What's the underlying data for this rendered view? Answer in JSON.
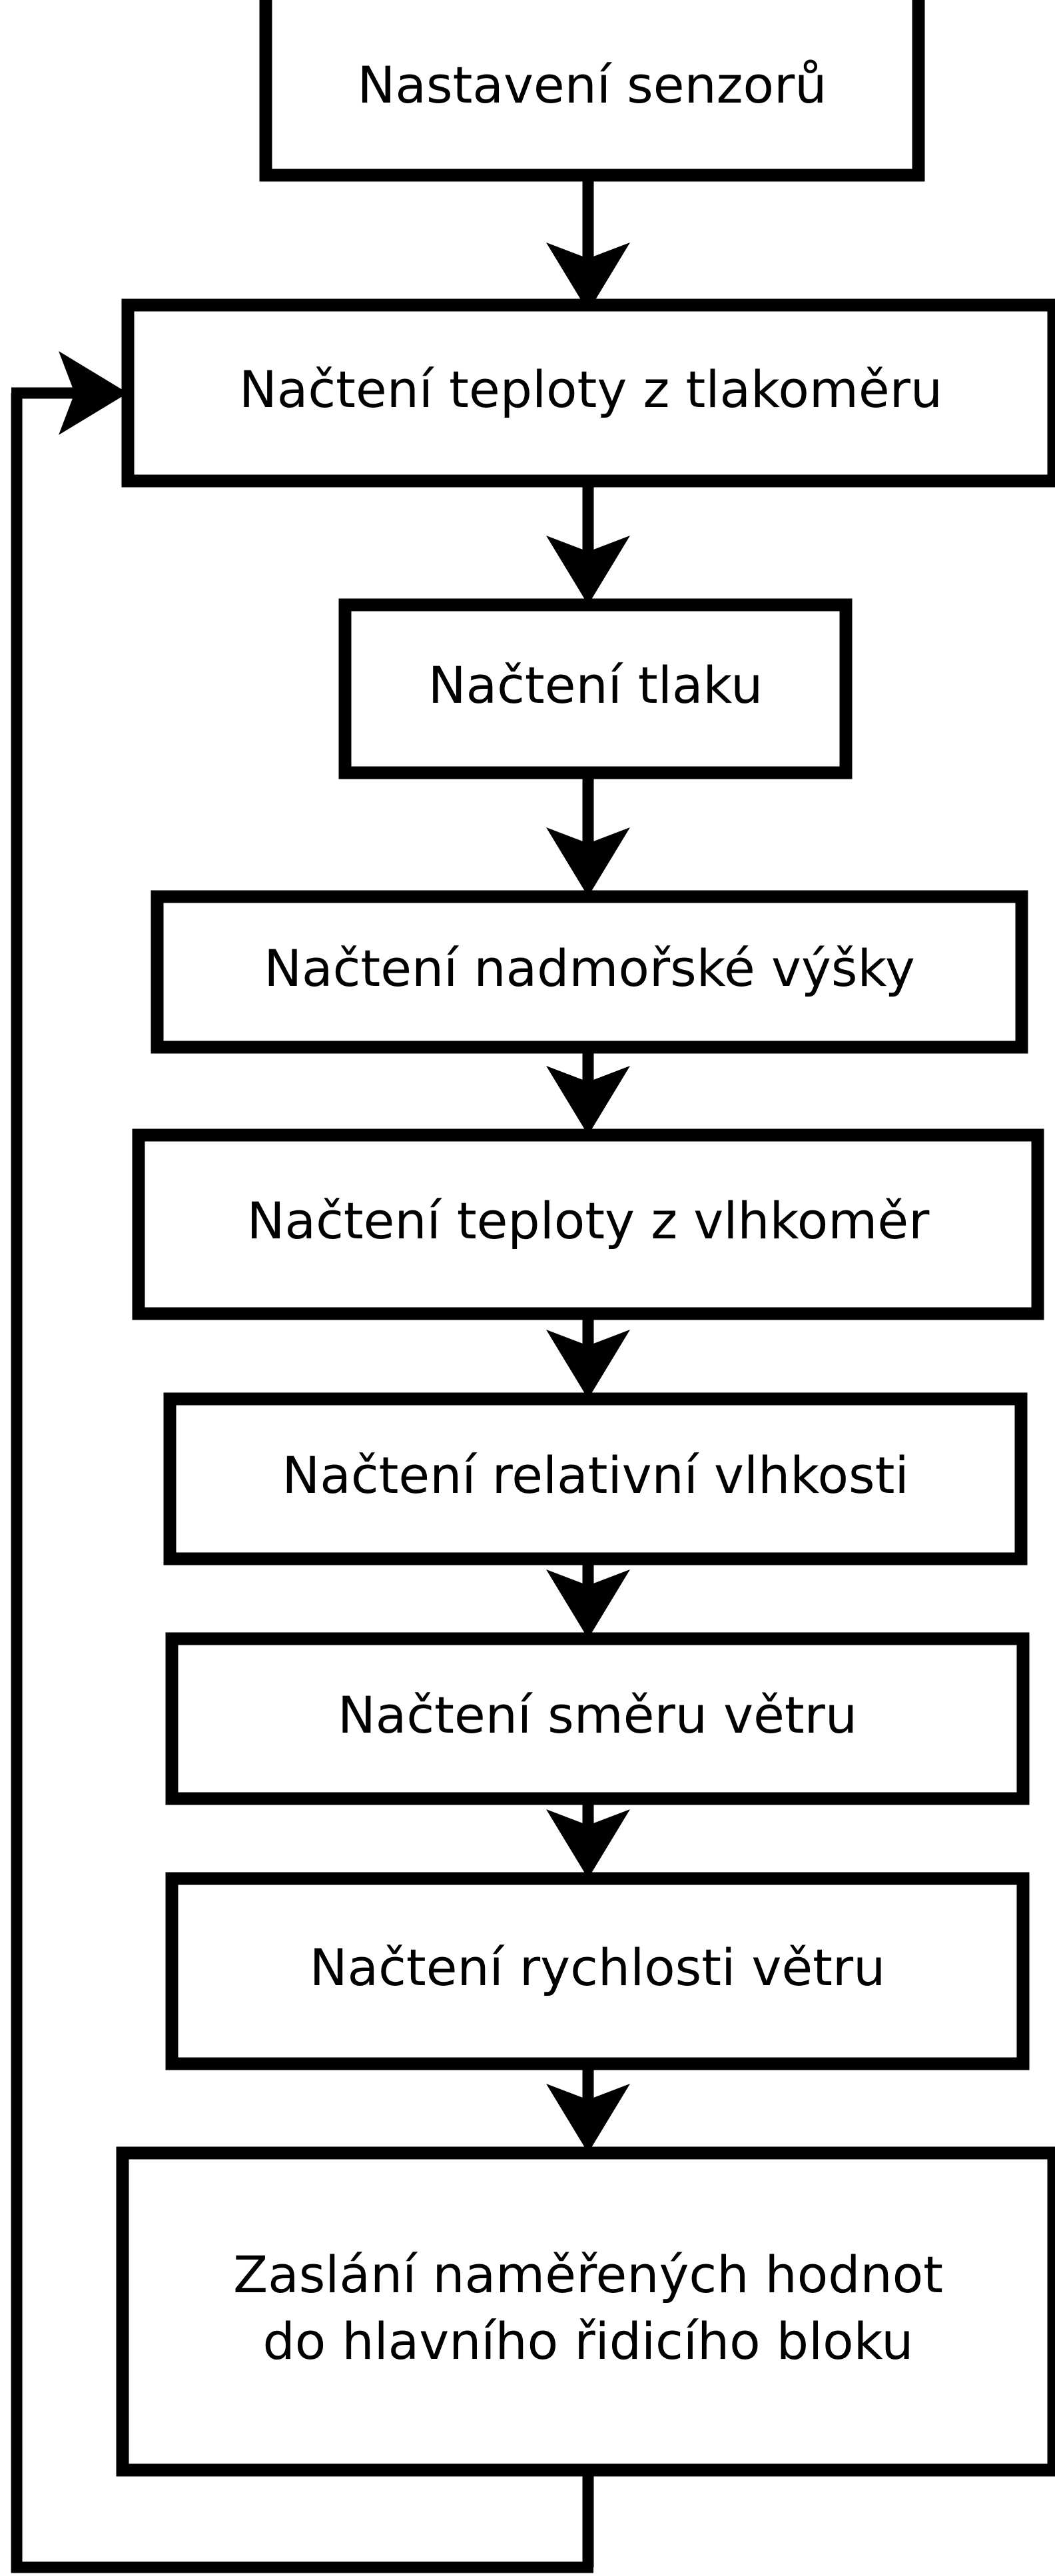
{
  "diagram": {
    "title": "Sensor reading loop flowchart",
    "background_color": "#ffffff",
    "line_color": "#000000",
    "box_fill_color": "#ffffff",
    "nodes": [
      {
        "id": "setup",
        "label": "Nastavení senzorů",
        "line1": "Nastavení senzorů",
        "line2": ""
      },
      {
        "id": "read-temp-barometer",
        "label": "Načtení teploty z tlakoměru",
        "line1": "Načtení teploty z tlakoměru",
        "line2": ""
      },
      {
        "id": "read-pressure",
        "label": "Načtení tlaku",
        "line1": "Načtení tlaku",
        "line2": ""
      },
      {
        "id": "read-altitude",
        "label": "Načtení nadmořské výšky",
        "line1": "Načtení nadmořské výšky",
        "line2": ""
      },
      {
        "id": "read-temp-hygrometer",
        "label": "Načtení teploty z vlhkoměr",
        "line1": "Načtení teploty z vlhkoměr",
        "line2": ""
      },
      {
        "id": "read-humidity",
        "label": "Načtení relativní vlhkosti",
        "line1": "Načtení relativní vlhkosti",
        "line2": ""
      },
      {
        "id": "read-wind-direction",
        "label": "Načtení směru větru",
        "line1": "Načtení směru větru",
        "line2": ""
      },
      {
        "id": "read-wind-speed",
        "label": "Načtení rychlosti větru",
        "line1": "Načtení rychlosti větru",
        "line2": ""
      },
      {
        "id": "send-values",
        "label": "Zaslání naměřených hodnot do hlavního řidicího bloku",
        "line1": "Zaslání naměřených hodnot",
        "line2": "do hlavního řidicího bloku"
      }
    ],
    "edges": [
      {
        "from": "setup",
        "to": "read-temp-barometer",
        "kind": "down-arrow"
      },
      {
        "from": "read-temp-barometer",
        "to": "read-pressure",
        "kind": "down-arrow"
      },
      {
        "from": "read-pressure",
        "to": "read-altitude",
        "kind": "down-arrow"
      },
      {
        "from": "read-altitude",
        "to": "read-temp-hygrometer",
        "kind": "down-arrow"
      },
      {
        "from": "read-temp-hygrometer",
        "to": "read-humidity",
        "kind": "down-arrow"
      },
      {
        "from": "read-humidity",
        "to": "read-wind-direction",
        "kind": "down-arrow"
      },
      {
        "from": "read-wind-direction",
        "to": "read-wind-speed",
        "kind": "down-arrow"
      },
      {
        "from": "read-wind-speed",
        "to": "send-values",
        "kind": "down-arrow"
      },
      {
        "from": "send-values",
        "to": "read-temp-barometer",
        "kind": "loop-back-left-arrow"
      }
    ]
  }
}
